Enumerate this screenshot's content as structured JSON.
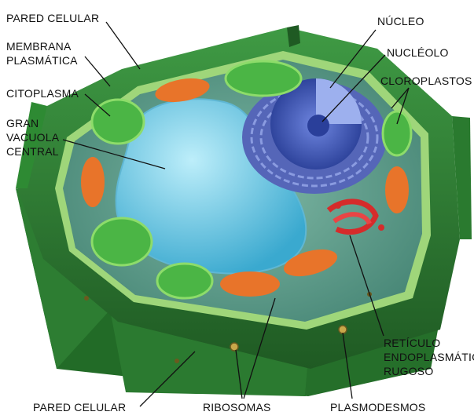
{
  "labels": {
    "pared_celular_top": "PARED CELULAR",
    "membrana_line1": "MEMBRANA",
    "membrana_line2": "PLASMÁTICA",
    "citoplasma": "CITOPLASMA",
    "vacuola_line1": "GRAN",
    "vacuola_line2": "VACUOLA",
    "vacuola_line3": "CENTRAL",
    "nucleo": "NÚCLEO",
    "nucleolo": "NUCLÉOLO",
    "cloroplastos": "CLOROPLASTOS",
    "reticulo_line1": "RETÍCULO",
    "reticulo_line2": "ENDOPLASMÁTICO",
    "reticulo_line3": "RUGOSO",
    "pared_celular_bottom": "PARED CELULAR",
    "ribosomas": "RIBOSOMAS",
    "plasmodesmos": "PLASMODESMOS"
  },
  "colors": {
    "cell_wall": "#2f7d32",
    "cell_wall_dark": "#1f5a23",
    "cytoplasm": "#5a9a8a",
    "membrane": "#9fd67a",
    "vacuole": "#7fd0e6",
    "nucleus": "#3e55b8",
    "nucleolus": "#2a3f9a",
    "chloroplast": "#4bb545",
    "mitochondria": "#e8742a",
    "golgi": "#d62b2b",
    "er": "#6a7fd0"
  },
  "icons": [
    "cell-wall",
    "membrane",
    "vacuole",
    "nucleus",
    "nucleolus",
    "chloroplast",
    "mitochondrion",
    "rough-er",
    "golgi",
    "ribosome",
    "plasmodesma"
  ]
}
